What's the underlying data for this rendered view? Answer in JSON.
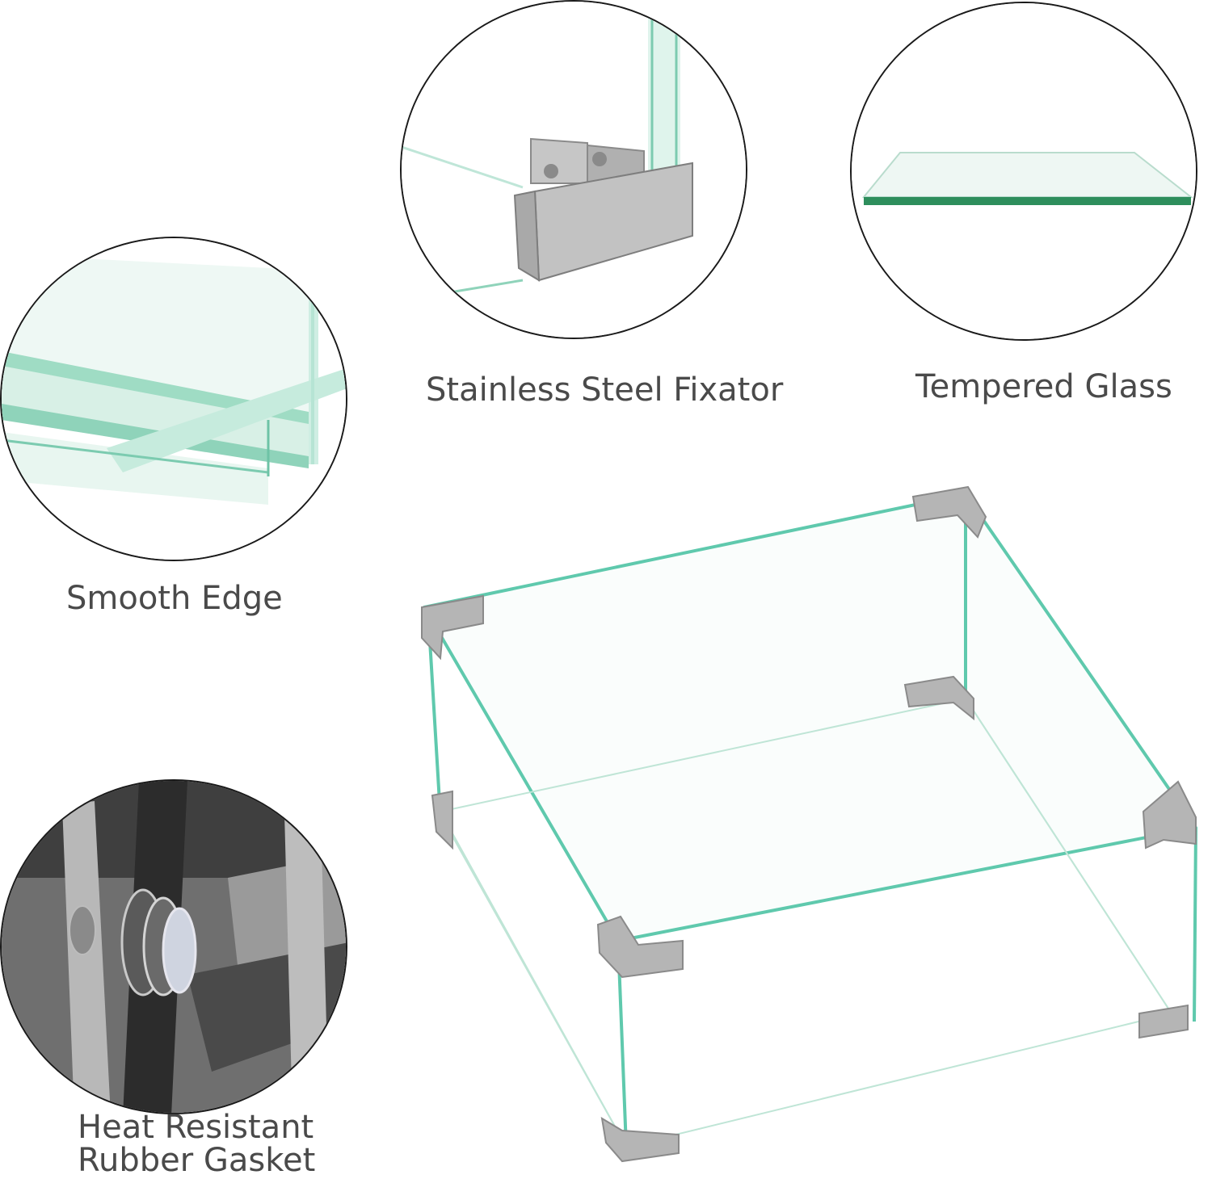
{
  "features": {
    "fixator": {
      "label": "Stainless Steel Fixator",
      "icon": "steel-bracket-closeup"
    },
    "glass": {
      "label": "Tempered Glass",
      "icon": "glass-panel"
    },
    "edge": {
      "label": "Smooth Edge",
      "icon": "glass-edge-closeup"
    },
    "gasket": {
      "line1": "Heat Resistant",
      "line2": "Rubber Gasket",
      "icon": "rubber-gasket-closeup"
    }
  },
  "colors": {
    "glass_edge": "#5fc9ad",
    "glass_tint": "#e6f5f0",
    "steel": "#b5b5b5",
    "label_text": "#4a4a4a",
    "circle_border": "#1a1a1a"
  },
  "product": {
    "name": "square glass wind guard",
    "icon": "glass-box"
  }
}
